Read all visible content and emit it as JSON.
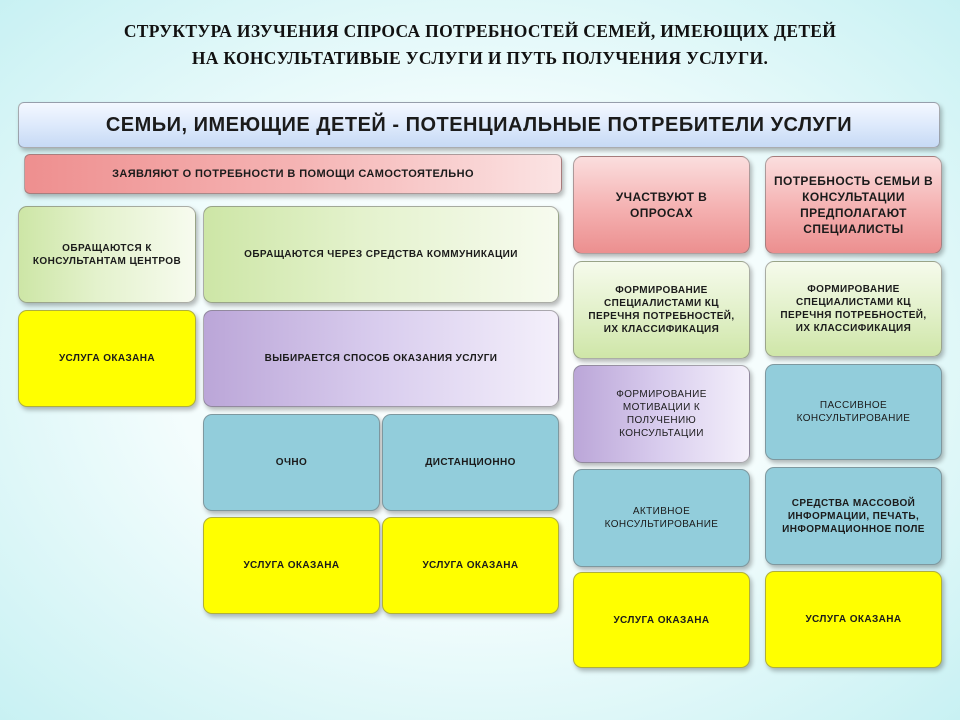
{
  "title": {
    "line1": "СТРУКТУРА  ИЗУЧЕНИЯ  СПРОСА ПОТРЕБНОСТЕЙ  СЕМЕЙ, ИМЕЮЩИХ  ДЕТЕЙ",
    "line2": "НА КОНСУЛЬТАТИВЫЕ  УСЛУГИ  И ПУТЬ  ПОЛУЧЕНИЯ  УСЛУГИ."
  },
  "top_banner": "СЕМЬИ, ИМЕЮЩИЕ  ДЕТЕЙ - ПОТЕНЦИАЛЬНЫЕ  ПОТРЕБИТЕЛИ  УСЛУГИ",
  "col_left": {
    "header": "ЗАЯВЛЯЮТ О ПОТРЕБНОСТИ В ПОМОЩИ САМОСТОЯТЕЛЬНО",
    "consultants": "ОБРАЩАЮТСЯ  К КОНСУЛЬТАНТАМ  ЦЕНТРОВ",
    "consultants_result": "УСЛУГА ОКАЗАНА",
    "comm": "ОБРАЩАЮТСЯ  ЧЕРЕЗ  СРЕДСТВА  КОММУНИКАЦИИ",
    "method": "ВЫБИРАЕТСЯ  СПОСОБ ОКАЗАНИЯ  УСЛУГИ",
    "in_person": "ОЧНО",
    "remote": "ДИСТАНЦИОННО",
    "in_person_result": "УСЛУГА ОКАЗАНА",
    "remote_result": "УСЛУГА ОКАЗАНА"
  },
  "col_surveys": {
    "header": "УЧАСТВУЮТ В ОПРОСАХ",
    "formation": "ФОРМИРОВАНИЕ СПЕЦИАЛИСТАМИ  КЦ ПЕРЕЧНЯ  ПОТРЕБНОСТЕЙ, ИХ КЛАССИФИКАЦИЯ",
    "motivation": "ФОРМИРОВАНИЕ МОТИВАЦИИ  К ПОЛУЧЕНИЮ КОНСУЛЬТАЦИИ",
    "active": "АКТИВНОЕ КОНСУЛЬТИРОВАНИЕ",
    "result": "УСЛУГА ОКАЗАНА"
  },
  "col_specialists": {
    "header": "ПОТРЕБНОСТЬ СЕМЬИ В КОНСУЛЬТАЦИИ ПРЕДПОЛАГАЮТ СПЕЦИАЛИСТЫ",
    "formation": "ФОРМИРОВАНИЕ СПЕЦИАЛИСТАМИ  КЦ ПЕРЕЧНЯ  ПОТРЕБНОСТЕЙ, ИХ КЛАССИФИКАЦИЯ",
    "passive": "ПАССИВНОЕ КОНСУЛЬТИРОВАНИЕ",
    "media": "СРЕДСТВА  МАССОВОЙ ИНФОРМАЦИИ,  ПЕЧАТЬ, ИНФОРМАЦИОННОЕ  ПОЛЕ",
    "result": "УСЛУГА ОКАЗАНА"
  }
}
